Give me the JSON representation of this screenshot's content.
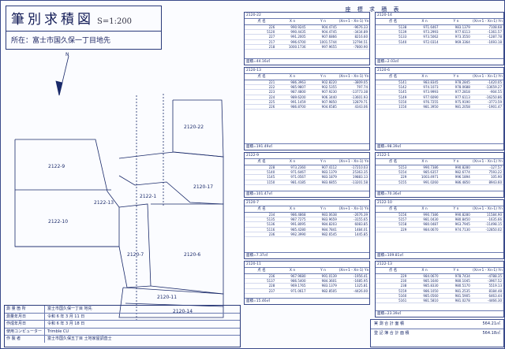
{
  "header": {
    "title": "筆別求積図",
    "scale": "S=1:200",
    "location": "所在：富士市国久保一丁目地先"
  },
  "plan": {
    "parcels": [
      "2122-9",
      "2122-10",
      "2122-13",
      "2120-7",
      "2120-6",
      "2120-22",
      "2120-11",
      "2120-14",
      "2120-17",
      "2122-1"
    ],
    "north_label": "N"
  },
  "info_table": {
    "rows": [
      {
        "k": "測 量 箇 所",
        "v": "富士市国久保一丁目 地先"
      },
      {
        "k": "測量年月日",
        "v": "令和 6 年 3 月 11 日"
      },
      {
        "k": "作成年月日",
        "v": "令和 6 年 3 月 18 日"
      },
      {
        "k": "使用コンピューター",
        "v": "Trimble CU"
      },
      {
        "k": "作 製 者",
        "v": "富士市国久保五丁目 土地家屋調査士"
      }
    ]
  },
  "tables": {
    "title": "座 標 求 積 表",
    "col_headers": [
      "点 名",
      "X n",
      "Y n",
      "(Xn+1 - Xn-1) Yn"
    ],
    "blocks": [
      {
        "id": "2120-22",
        "sum": "面積=44.16㎡",
        "rows": [
          [
            "226",
            "990.9245",
            "904.4745",
            "-9676.33"
          ],
          [
            "5120",
            "990.4435",
            "904.4745",
            "-3434.89"
          ],
          [
            "227",
            "991.2005",
            "907.6866",
            "8216.60"
          ],
          [
            "217",
            "996.6700",
            "1001.5744",
            "12794.51"
          ],
          [
            "218",
            "1000.1736",
            "997.9655",
            "-7800.90"
          ]
        ]
      },
      {
        "id": "2120-13",
        "sum": "面積=191.49㎡",
        "rows": [
          [
            "221",
            "986.3963",
            "902.8220",
            "-3809.05"
          ],
          [
            "222",
            "985.9807",
            "902.5355",
            "797.74"
          ],
          [
            "223",
            "987.4800",
            "907.9230",
            "-13773.38"
          ],
          [
            "224",
            "989.6200",
            "906.3440",
            "-13601.93"
          ],
          [
            "225",
            "991.1459",
            "907.9850",
            "12879.71"
          ],
          [
            "226",
            "986.8700",
            "904.6585",
            "4343.06"
          ]
        ]
      },
      {
        "id": "2122-9",
        "sum": "面積=101.47㎡",
        "rows": [
          [
            "228",
            "973.2360",
            "907.4112",
            "-17210.03"
          ],
          [
            "5140",
            "971.6467",
            "983.1379",
            "25363.35"
          ],
          [
            "1145",
            "971.0567",
            "983.1879",
            "19883.13"
          ],
          [
            "1150",
            "981.4185",
            "983.6855",
            "-13201.58"
          ]
        ]
      },
      {
        "id": "2120-7",
        "sum": "面積=7.37㎡",
        "rows": [
          [
            "234",
            "986.4868",
            "983.0638",
            "-2676.39"
          ],
          [
            "5135",
            "987.7275",
            "983.9659",
            "-3155.65"
          ],
          [
            "5136",
            "991.8095",
            "984.8203",
            "6083.85"
          ],
          [
            "5116",
            "985.4280",
            "984.7841",
            "1484.01"
          ],
          [
            "236",
            "992.3990",
            "982.6545",
            "1445.85"
          ]
        ]
      },
      {
        "id": "2120-11",
        "sum": "面積=15.46㎡",
        "rows": [
          [
            "236",
            "967.9680",
            "991.0139",
            "-1956.41"
          ],
          [
            "5137",
            "986.5400",
            "984.3601",
            "-1685.95"
          ],
          [
            "228",
            "969.1765",
            "983.1379",
            "1325.81"
          ],
          [
            "237",
            "971.0617",
            "982.8505",
            "-4426.00"
          ]
        ]
      },
      {
        "id": "2120-14",
        "sum": "面積=2.03㎡",
        "rows": [
          [
            "5138",
            "971.6467",
            "983.1379",
            "7108.68"
          ],
          [
            "5139",
            "973.2993",
            "977.6113",
            "-1361.57"
          ],
          [
            "5133",
            "973.5062",
            "973.3550",
            "-1287.78"
          ],
          [
            "5140",
            "972.0314",
            "969.3364",
            "-1693.18"
          ]
        ]
      },
      {
        "id": "2120-6",
        "sum": "面積=98.39㎡",
        "rows": [
          [
            "5141",
            "983.8345",
            "978.2845",
            "-1420.05"
          ],
          [
            "5142",
            "974.1073",
            "978.0688",
            "-13659.27"
          ],
          [
            "5145",
            "973.9993",
            "977.2818",
            "-904.55"
          ],
          [
            "5149",
            "977.6090",
            "977.6113",
            "-16250.86"
          ],
          [
            "5150",
            "976.7255",
            "975.9190",
            "-3773.59"
          ],
          [
            "1150",
            "981.3950",
            "981.2058",
            "-1901.47"
          ]
        ]
      },
      {
        "id": "2122-1",
        "sum": "面積=70.36㎡",
        "rows": [
          [
            "5153",
            "990.7386",
            "990.8280",
            "-127.57"
          ],
          [
            "5154",
            "985.6357",
            "982.6774",
            "7593.22"
          ],
          [
            "229",
            "1003.4971",
            "996.1894",
            "105.90"
          ],
          [
            "5155",
            "991.0260",
            "986.4850",
            "8943.60"
          ]
        ]
      },
      {
        "id": "2122-10",
        "sum": "面積=109.81㎡",
        "rows": [
          [
            "5156",
            "990.7386",
            "990.8280",
            "11584.90"
          ],
          [
            "5157",
            "981.0430",
            "980.8450",
            "-1635.66"
          ],
          [
            "5158",
            "980.0487",
            "963.7945",
            "-11498.15"
          ],
          [
            "229",
            "984.0670",
            "974.7130",
            "-12850.02"
          ]
        ]
      },
      {
        "id": "2122-13",
        "sum": "面積=23.39㎡",
        "rows": [
          [
            "229",
            "984.0670",
            "978.7434",
            "-4788.35"
          ],
          [
            "230",
            "985.1640",
            "980.1045",
            "-3967.52"
          ],
          [
            "238",
            "985.8330",
            "980.5170",
            "5519.13"
          ],
          [
            "5159",
            "986.1050",
            "981.2535",
            "8184.48"
          ],
          [
            "5160",
            "985.0560",
            "981.5905",
            "6463.44"
          ],
          [
            "5161",
            "981.5810",
            "981.0278",
            "-4466.30"
          ]
        ]
      }
    ],
    "totals": [
      {
        "label": "実 測 合 計 面 積",
        "value": "564.21㎡"
      },
      {
        "label": "登 記 簿 合 計 面 積",
        "value": "564.18㎡"
      }
    ]
  }
}
